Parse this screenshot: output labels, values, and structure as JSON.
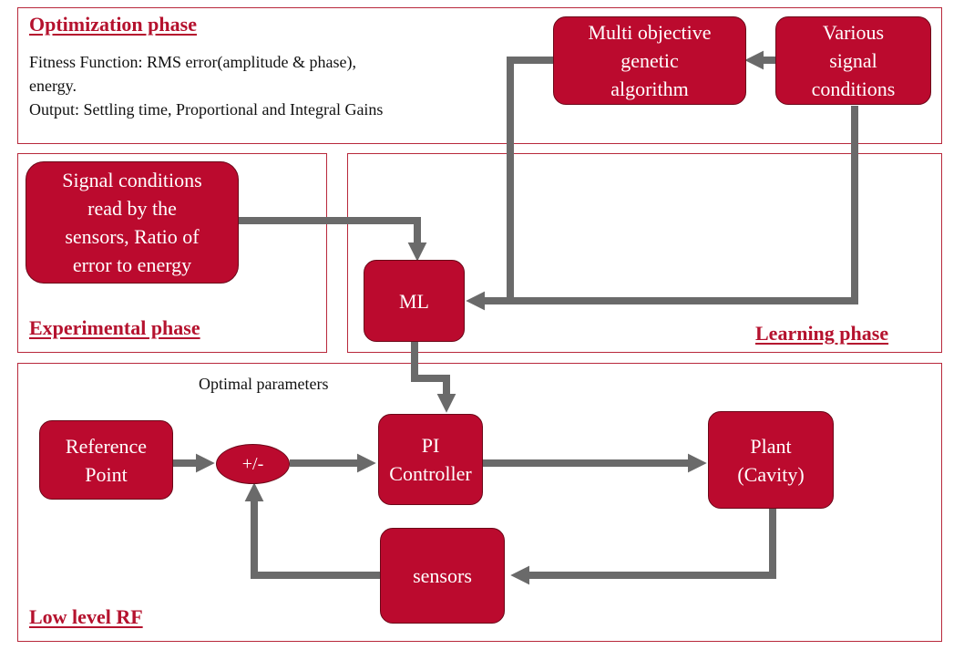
{
  "colors": {
    "accent": "#bb0a2e",
    "box_border": "#6b0718",
    "panel_border": "#b8283b",
    "title_text": "#b5122e",
    "arrow": "#6a6a6a",
    "background": "#ffffff"
  },
  "panels": {
    "optimization": {
      "title": "Optimization phase",
      "lines": [
        "Fitness Function: RMS error(amplitude & phase),",
        "energy.",
        "Output: Settling time, Proportional and Integral Gains"
      ]
    },
    "experimental": {
      "title": "Experimental phase"
    },
    "learning": {
      "title": "Learning phase"
    },
    "low_level_rf": {
      "title": "Low level RF"
    }
  },
  "boxes": {
    "moga": [
      "Multi objective",
      "genetic",
      "algorithm"
    ],
    "various": [
      "Various",
      "signal",
      "conditions"
    ],
    "signal_conditions": [
      "Signal conditions",
      "read by the",
      "sensors, Ratio of",
      "error to energy"
    ],
    "ml": [
      "ML"
    ],
    "reference": [
      "Reference",
      "Point"
    ],
    "sum": "+/-",
    "pi": [
      "PI",
      "Controller"
    ],
    "plant": [
      "Plant",
      "(Cavity)"
    ],
    "sensors": [
      "sensors"
    ]
  },
  "annotations": {
    "optimal_parameters": "Optimal parameters"
  }
}
